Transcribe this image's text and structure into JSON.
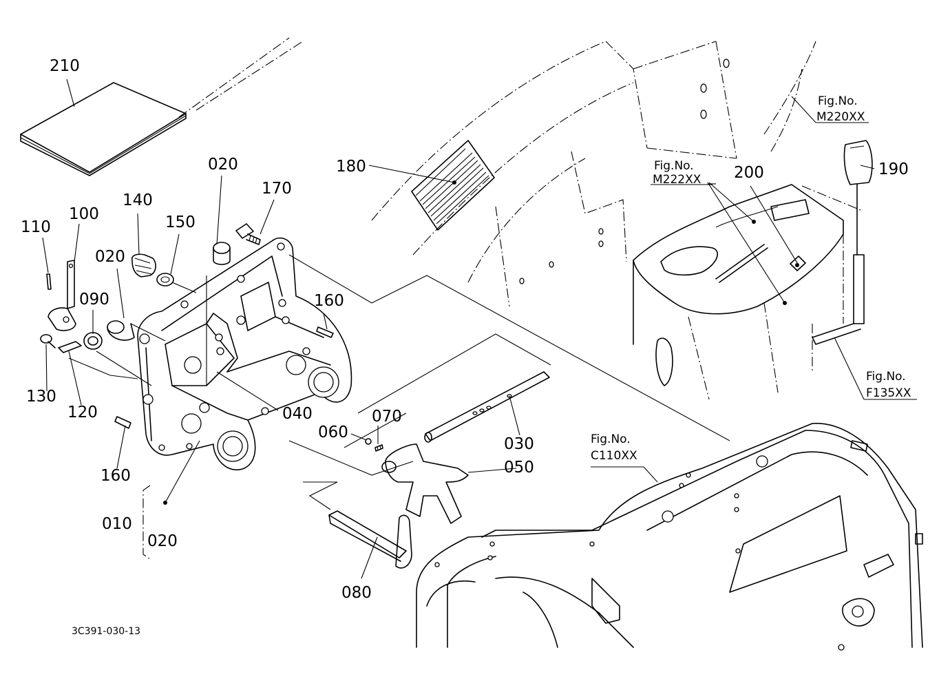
{
  "drawing_code": "3C391-030-13",
  "parts": {
    "p210": "210",
    "p020a": "020",
    "p170": "170",
    "p140": "140",
    "p150": "150",
    "p100": "100",
    "p110": "110",
    "p020b": "020",
    "p090": "090",
    "p160a": "160",
    "p130": "130",
    "p120": "120",
    "p040": "040",
    "p160b": "160",
    "p070": "070",
    "p060": "060",
    "p030": "030",
    "p050": "050",
    "p080": "080",
    "p010": "010",
    "p020c": "020",
    "p180": "180",
    "p200": "200",
    "p190": "190"
  },
  "figure_refs": {
    "m220": {
      "label": "Fig.No.",
      "code": "M220XX"
    },
    "m222": {
      "label": "Fig.No.",
      "code": "M222XX"
    },
    "f135": {
      "label": "Fig.No.",
      "code": "F135XX"
    },
    "c110": {
      "label": "Fig.No.",
      "code": "C110XX"
    }
  }
}
